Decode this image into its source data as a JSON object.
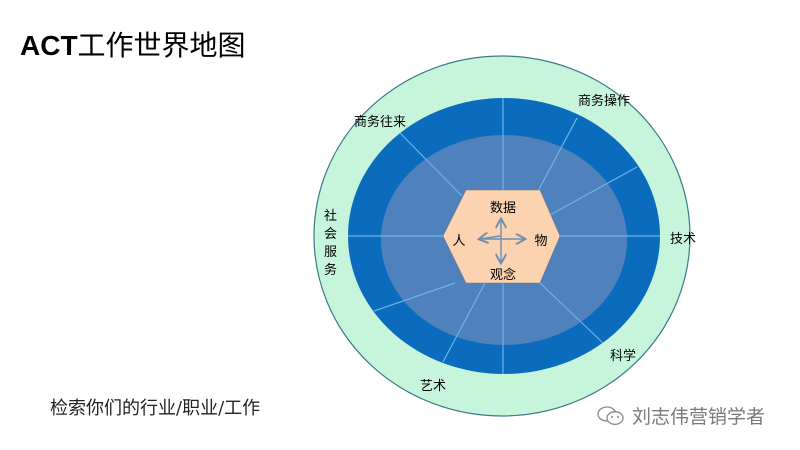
{
  "title": {
    "latin": "ACT",
    "cjk": "工作世界地图"
  },
  "subtitle": "检索你们的行业/职业/工作",
  "watermark": {
    "icon": "wechat-icon",
    "text": "刘志伟营销学者"
  },
  "diagram": {
    "colors": {
      "outer_ring": "#c6f5dc",
      "outer_ring_stroke": "#3d7a86",
      "middle_ring": "#0b6bbd",
      "inner_ring": "#4f81bd",
      "spoke": "#6fb3e6",
      "hexagon": "#fbd3b1",
      "arrow": "#6e8fb4"
    },
    "sectors": [
      {
        "label": "商务往来"
      },
      {
        "label": "商务操作"
      },
      {
        "label": "技术"
      },
      {
        "label": "科学"
      },
      {
        "label": "艺术"
      },
      {
        "label": "社会服务",
        "vertical": [
          "社",
          "会",
          "服",
          "务"
        ]
      }
    ],
    "center": {
      "top": "数据",
      "bottom": "观念",
      "left": "人",
      "right": "物"
    }
  }
}
